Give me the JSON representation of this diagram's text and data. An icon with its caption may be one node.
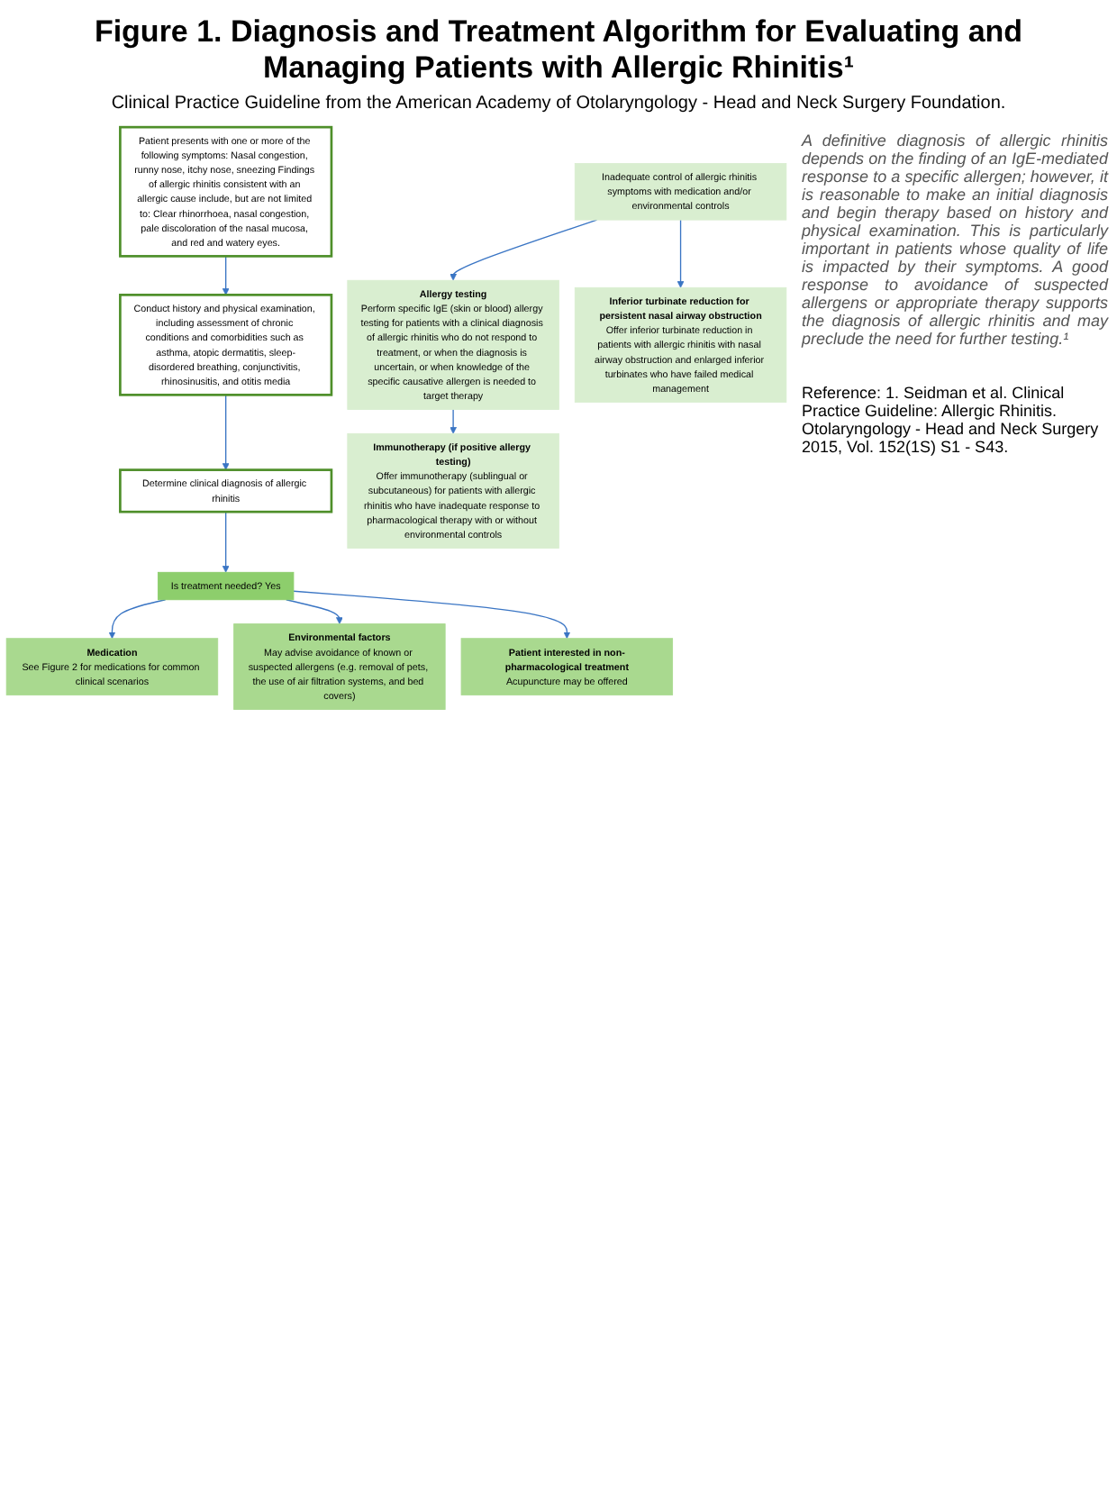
{
  "diagram": {
    "title": "Figure 1. Diagnosis and Treatment Algorithm for Evaluating and Managing Patients with Allergic Rhinitis¹",
    "nodes": [
      {
        "text": [
          "Patient presents with one or more of the following symptoms: Nasal congestion, runny nose, itchy nose, sneezing Findings of allergic rhinitis consistent with an allergic cause include, but are not limited to: Clear rhinorrhoea, nasal congestion, pale discoloration of the nasal mucosa, and red and watery eyes."
        ]
      },
      {
        "text": [
          "Conduct history and physical examination, including assessment of chronic conditions and comorbidities such as asthma, atopic dermatitis, sleep-disordered breathing, conjunctivitis, rhinosinusitis, and otitis media"
        ]
      },
      {
        "text": [
          "Determine clinical diagnosis of allergic rhinitis"
        ]
      },
      {
        "text": [
          "Is treatment needed? Yes"
        ]
      },
      {
        "text": [
          "Medication",
          "See Figure 2 for medications for common clinical scenarios"
        ]
      },
      {
        "text": [
          "Environmental factors",
          "May advise avoidance of known or suspected allergens (e.g. removal of pets, the use of air filtration systems, and bed covers)"
        ]
      },
      {
        "text": [
          "Patient interested in non-pharmacological treatment",
          "Acupuncture may be offered"
        ]
      },
      {
        "text": [
          "Inadequate control of allergic rhinitis symptoms with medication and/or environmental controls"
        ]
      },
      {
        "text": [
          "Allergy testing",
          "Perform specific IgE (skin or blood) allergy testing for patients with a clinical diagnosis of allergic rhinitis who do not respond to treatment, or when the diagnosis is uncertain, or when knowledge of the specific causative allergen is needed to target therapy"
        ]
      },
      {
        "text": [
          "Inferior turbinate reduction for persistent nasal airway obstruction",
          "Offer inferior turbinate reduction in patients with allergic rhinitis with nasal airway obstruction and enlarged inferior turbinates who have failed medical management"
        ]
      },
      {
        "text": [
          "Immunotherapy (if positive allergy testing)",
          "Offer immunotherapy (sublingual or subcutaneous) for patients with allergic rhinitis who have inadequate response to pharmacological therapy with or without environmental controls"
        ]
      }
    ],
    "edges": [
      {
        "from": 0,
        "to": 1,
        "arrow": "to"
      },
      {
        "from": 1,
        "to": 2,
        "arrow": "to"
      },
      {
        "from": 2,
        "to": 3,
        "arrow": "to"
      },
      {
        "from": 3,
        "to": 4,
        "arrow": "to"
      },
      {
        "from": 3,
        "to": 5,
        "arrow": "to"
      },
      {
        "from": 3,
        "to": 6,
        "arrow": "to"
      },
      {
        "from": 7,
        "to": 8,
        "arrow": "to"
      },
      {
        "from": 7,
        "to": 9,
        "arrow": "to"
      },
      {
        "from": 8,
        "to": 10,
        "arrow": "to"
      }
    ],
    "labels": [
      "Clinical Practice Guideline from the American Academy of Otolaryngology - Head and Neck Surgery Foundation.",
      "A definitive diagnosis of allergic rhinitis depends on the finding of an IgE-mediated response to a specific allergen; however, it is reasonable to make an initial diagnosis and begin therapy based on history and physical examination. This is particularly important in patients whose quality of life is impacted by their symptoms. A good response to avoidance of suspected allergens or appropriate therapy supports the diagnosis of allergic rhinitis and may preclude the need for further testing.¹",
      "Reference: 1. Seidman et al. Clinical Practice Guideline: Allergic Rhinitis. Otolaryngology - Head and Neck Surgery 2015, Vol. 152(1S) S1 - S43."
    ]
  }
}
